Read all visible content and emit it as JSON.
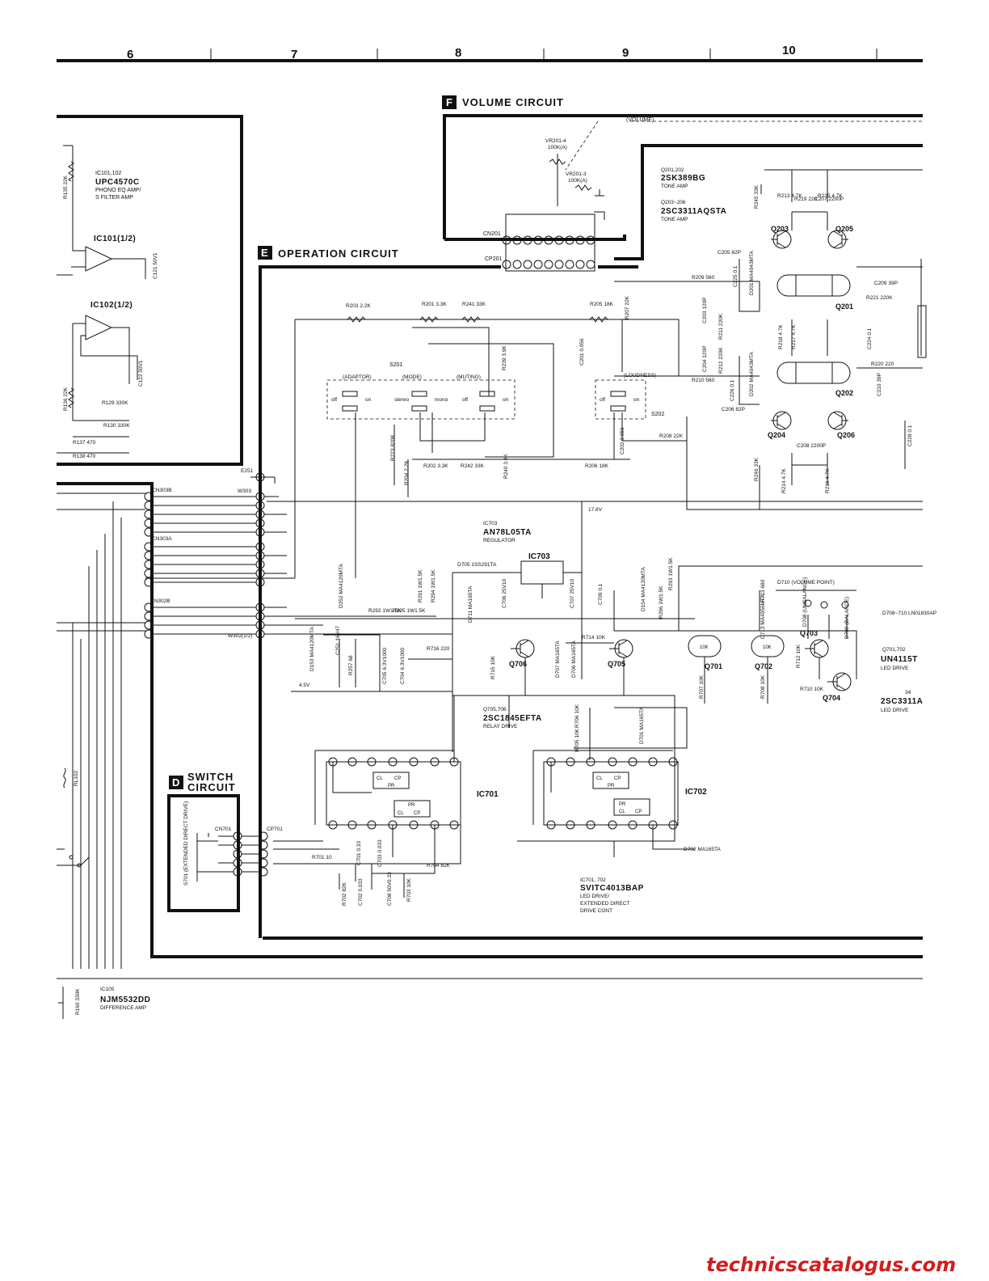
{
  "grid_columns": [
    "6",
    "7",
    "8",
    "9",
    "10"
  ],
  "sections": {
    "volume": {
      "letter": "F",
      "title": "VOLUME CIRCUIT"
    },
    "operation": {
      "letter": "E",
      "title": "OPERATION CIRCUIT"
    },
    "switch": {
      "letter": "D",
      "title_line1": "SWITCH",
      "title_line2": "CIRCUIT"
    }
  },
  "parts": {
    "ic101_102": {
      "ref": "IC101,102",
      "part": "UPC4570C",
      "desc1": "PHONO EQ AMP/",
      "desc2": "S FILTER AMP"
    },
    "ic101_half": "IC101(1/2)",
    "ic102_half": "IC102(1/2)",
    "q201_202": {
      "ref": "Q201,202",
      "part": "2SK389BG",
      "desc": "TONE AMP"
    },
    "q203_206": {
      "ref": "Q203~206",
      "part": "2SC3311AQSTA",
      "desc": "TONE AMP"
    },
    "ic703": {
      "ref": "IC703",
      "part": "AN78L05TA",
      "desc": "REGULATOR"
    },
    "q705_706": {
      "ref": "Q705,706",
      "part": "2SC1845EFTA",
      "desc": "RELAY DRIVE"
    },
    "ic701_702": {
      "ref": "IC701, 702",
      "part": "SVITC4013BAP",
      "desc1": "LED DRIVE/",
      "desc2": "EXTENDED DIRECT",
      "desc3": "DRIVE CONT"
    },
    "q701_702": {
      "ref": "Q701,702",
      "part": "UN4115T",
      "desc": "LED DRIVE"
    },
    "q703_704": {
      "ref": "34",
      "part": "2SC3311A",
      "desc": "LED DRIVE"
    },
    "d708_710": "D708~710 LN01830AP",
    "ic105": {
      "ref": "IC105",
      "part": "NJM5532DD",
      "desc": "DIFFERENCE AMP"
    }
  },
  "connectors": {
    "cn201": "CN201",
    "cp201": "CP201",
    "cn303b": "CN303B",
    "cn303a": "CN303A",
    "cn302b": "CN302B",
    "w303": "W303",
    "w302": "W302(1/2)",
    "e251": "E251",
    "cn701": "CN701",
    "cp701": "CP701"
  },
  "switches": {
    "s201": "S201",
    "s202": "S202",
    "adaptor": "(ADAPTOR)",
    "mode": "(MODE)",
    "muting": "(MUTING)",
    "loudness": "(LOUDNESS)",
    "off": "off",
    "on": "on",
    "stereo": "stereo",
    "mono": "mono",
    "s701": "S701 (EXTENDED DIRECT DRIVE)"
  },
  "pots": {
    "vr201_4": "VR201-4",
    "vr201_4_val": "100K(A)",
    "vr201_3": "VR201-3",
    "vr201_3_val": "100K(A)",
    "volume_link": "(VOLUME)"
  },
  "transistors": [
    "Q201",
    "Q202",
    "Q203",
    "Q204",
    "Q205",
    "Q206",
    "Q701",
    "Q702",
    "Q703",
    "Q704",
    "Q705",
    "Q706"
  ],
  "ics": [
    "IC701",
    "IC702",
    "IC703"
  ],
  "resistors": {
    "r203": "R203 2.2K",
    "r201": "R201 3.3K",
    "r241": "R241 33K",
    "r205": "R205 18K",
    "r207": "R207 22K",
    "r202": "R202 3.3K",
    "r242": "R242 33K",
    "r206": "R206 18K",
    "r208": "R208 22K",
    "r209": "R209 560",
    "r210": "R210 560",
    "r211": "R211 220K",
    "r212": "R212 220K",
    "r213": "R213 4.7K",
    "r215": "R215 4.7K",
    "r219": "R219 220",
    "r220": "R220 220",
    "r221": "R221 220K",
    "r245": "R245 33K",
    "r246": "R246 33K",
    "r214": "R214 4.7K",
    "r216": "R216 4.7K",
    "r217": "R217 4.7K",
    "r218": "R218 4.7K",
    "r223": "R223 820K",
    "r204": "R204 2.2K",
    "r240": "R240 3.9K",
    "r239": "R239 3.9K",
    "r292": "R292 1W1.5K",
    "r295": "R295 1W1.5K",
    "r291": "R291 1W1.5K",
    "r294": "R294 1W1.5K",
    "r293": "R293 1W1.5K",
    "r296": "R296 1W1.5K",
    "r716": "R716 220",
    "r715": "R715 10K",
    "r714": "R714 10K",
    "r713": "R713 680",
    "r712": "R712 10K",
    "r710": "R710 10K",
    "r707": "R707 10K",
    "r708": "R708 10K",
    "r706": "R706 10K",
    "r705": "R705 10K",
    "r701": "R701 10",
    "r702": "R702 82K",
    "r703": "R703 10K",
    "r704": "R704 82K",
    "r135": "R135 22K",
    "r136": "R136 22K",
    "r129": "R129 330K",
    "r130": "R130 330K",
    "r137": "R137 470",
    "r138": "R138 470",
    "r160": "R160 330K",
    "r257": "R257 68"
  },
  "capacitors": {
    "c205": "C205 82P",
    "c206": "C206 82P",
    "c207": "C207 2200P",
    "c208": "C208 2200P",
    "c209": "C209 39P",
    "c210": "C210 39P",
    "c203": "C203 120P",
    "c204": "C204 120P",
    "c201": "C201 0.056",
    "c202": "C202 0.056",
    "c224": "C224 0.1",
    "c225": "C225 0.1",
    "c226": "C226 0.1",
    "c228": "C228 0.1",
    "c121": "C121 50V1",
    "c122": "C122 50V1",
    "c251": "C251 16V47",
    "c705": "C705 6.3V1000",
    "c704": "C704 6.3V1000",
    "c706": "C706 25V10",
    "c707": "C707 25V10",
    "c701": "C701 0.33",
    "c702": "C702 0.033",
    "c703": "C703 0.033",
    "c708": "C708 50V0.33",
    "c709": "C709 0.1"
  },
  "diodes": {
    "d201": "D201 MA4043MTA",
    "d202": "D202 MA4043MTA",
    "d252": "D252 MA4120MTA",
    "d153": "D153 MA4120MTA",
    "d154": "D154 MA4120MTA",
    "d705": "D705 1SS291TA",
    "d711": "D711 MA165TA",
    "d707": "D707 MA165TA",
    "d706": "D706 MA165TA",
    "d701": "D701 MA165TA",
    "d702": "D702 MA165TA",
    "d713": "D713 MA4056MTA",
    "d710": "D710 (VOLUME POINT)",
    "d708": "D708 (UNBALANCE)",
    "d709": "D709 (BALANCE)"
  },
  "voltages": {
    "v17_8": "17.8V",
    "v4_5": "4.5V",
    "rl102": "RL102"
  },
  "flipflop": {
    "cl": "CL",
    "cp": "CP",
    "pr": "PR"
  },
  "watermark": "technicscatalogus.com"
}
